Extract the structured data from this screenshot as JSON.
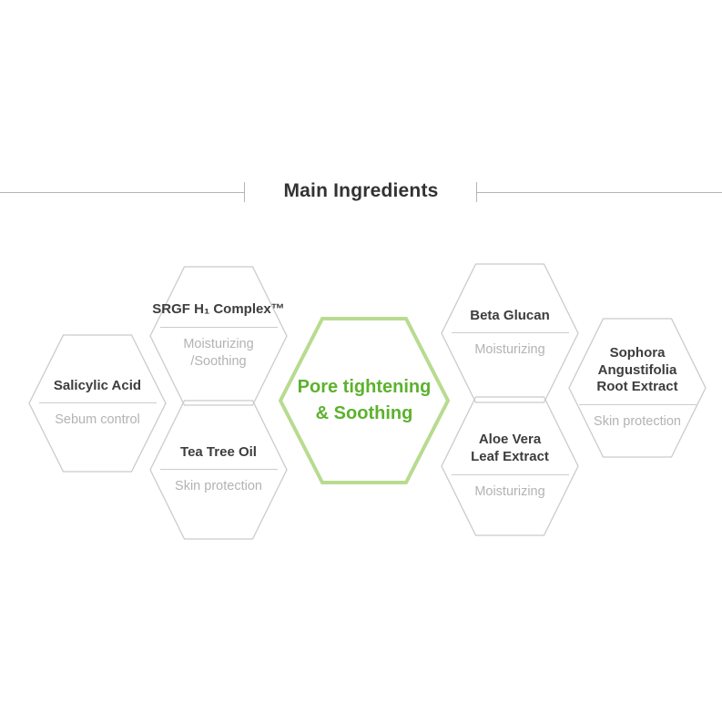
{
  "header": {
    "title": "Main Ingredients"
  },
  "colors": {
    "title_text": "#323232",
    "rule_line": "#b4b4b4",
    "hex_border": "#cbcbcb",
    "center_border": "#b8db90",
    "center_text": "#5cb22d",
    "name_text": "#3d3d3d",
    "divider": "#cccccc",
    "desc_text": "#b3b3b3"
  },
  "center_hexagon": {
    "label": "Pore tightening\n& Soothing"
  },
  "hexagons": [
    {
      "name": "Salicylic Acid",
      "desc": "Sebum control"
    },
    {
      "name": "SRGF H₁ Complex™",
      "desc": "Moisturizing\n/Soothing"
    },
    {
      "name": "Tea Tree Oil",
      "desc": "Skin protection"
    },
    {
      "name": "Beta Glucan",
      "desc": "Moisturizing"
    },
    {
      "name": "Aloe Vera\nLeaf Extract",
      "desc": "Moisturizing"
    },
    {
      "name": "Sophora\nAngustifolia\nRoot Extract",
      "desc": "Skin protection"
    }
  ]
}
